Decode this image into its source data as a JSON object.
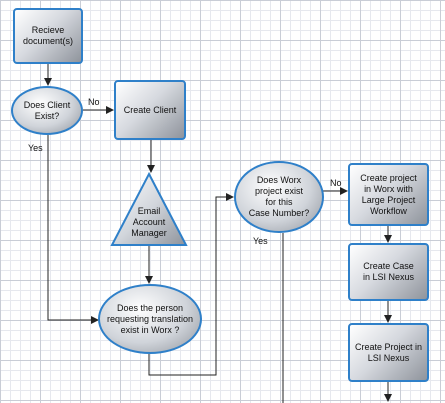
{
  "nodes": {
    "receive_documents": "Recieve\ndocument(s)",
    "does_client_exist": "Does Client\nExist?",
    "create_client": "Create Client",
    "email_account_manager": "Email\nAccount\nManager",
    "person_exists": "Does the person\nrequesting translation\nexist in Worx ?",
    "worx_project_exists": "Does Worx\nproject exist\nfor this\nCase Number?",
    "create_project_worx": "Create project\nin Worx with\nLarge Project\nWorkflow",
    "create_case_nexus": "Create Case\nin LSI Nexus",
    "create_project_nexus": "Create Project in\nLSI Nexus"
  },
  "edge_labels": {
    "client_no": "No",
    "client_yes": "Yes",
    "worx_no": "No",
    "worx_yes": "Yes"
  },
  "colors": {
    "border": "#2f80c9",
    "connector": "#222222"
  }
}
